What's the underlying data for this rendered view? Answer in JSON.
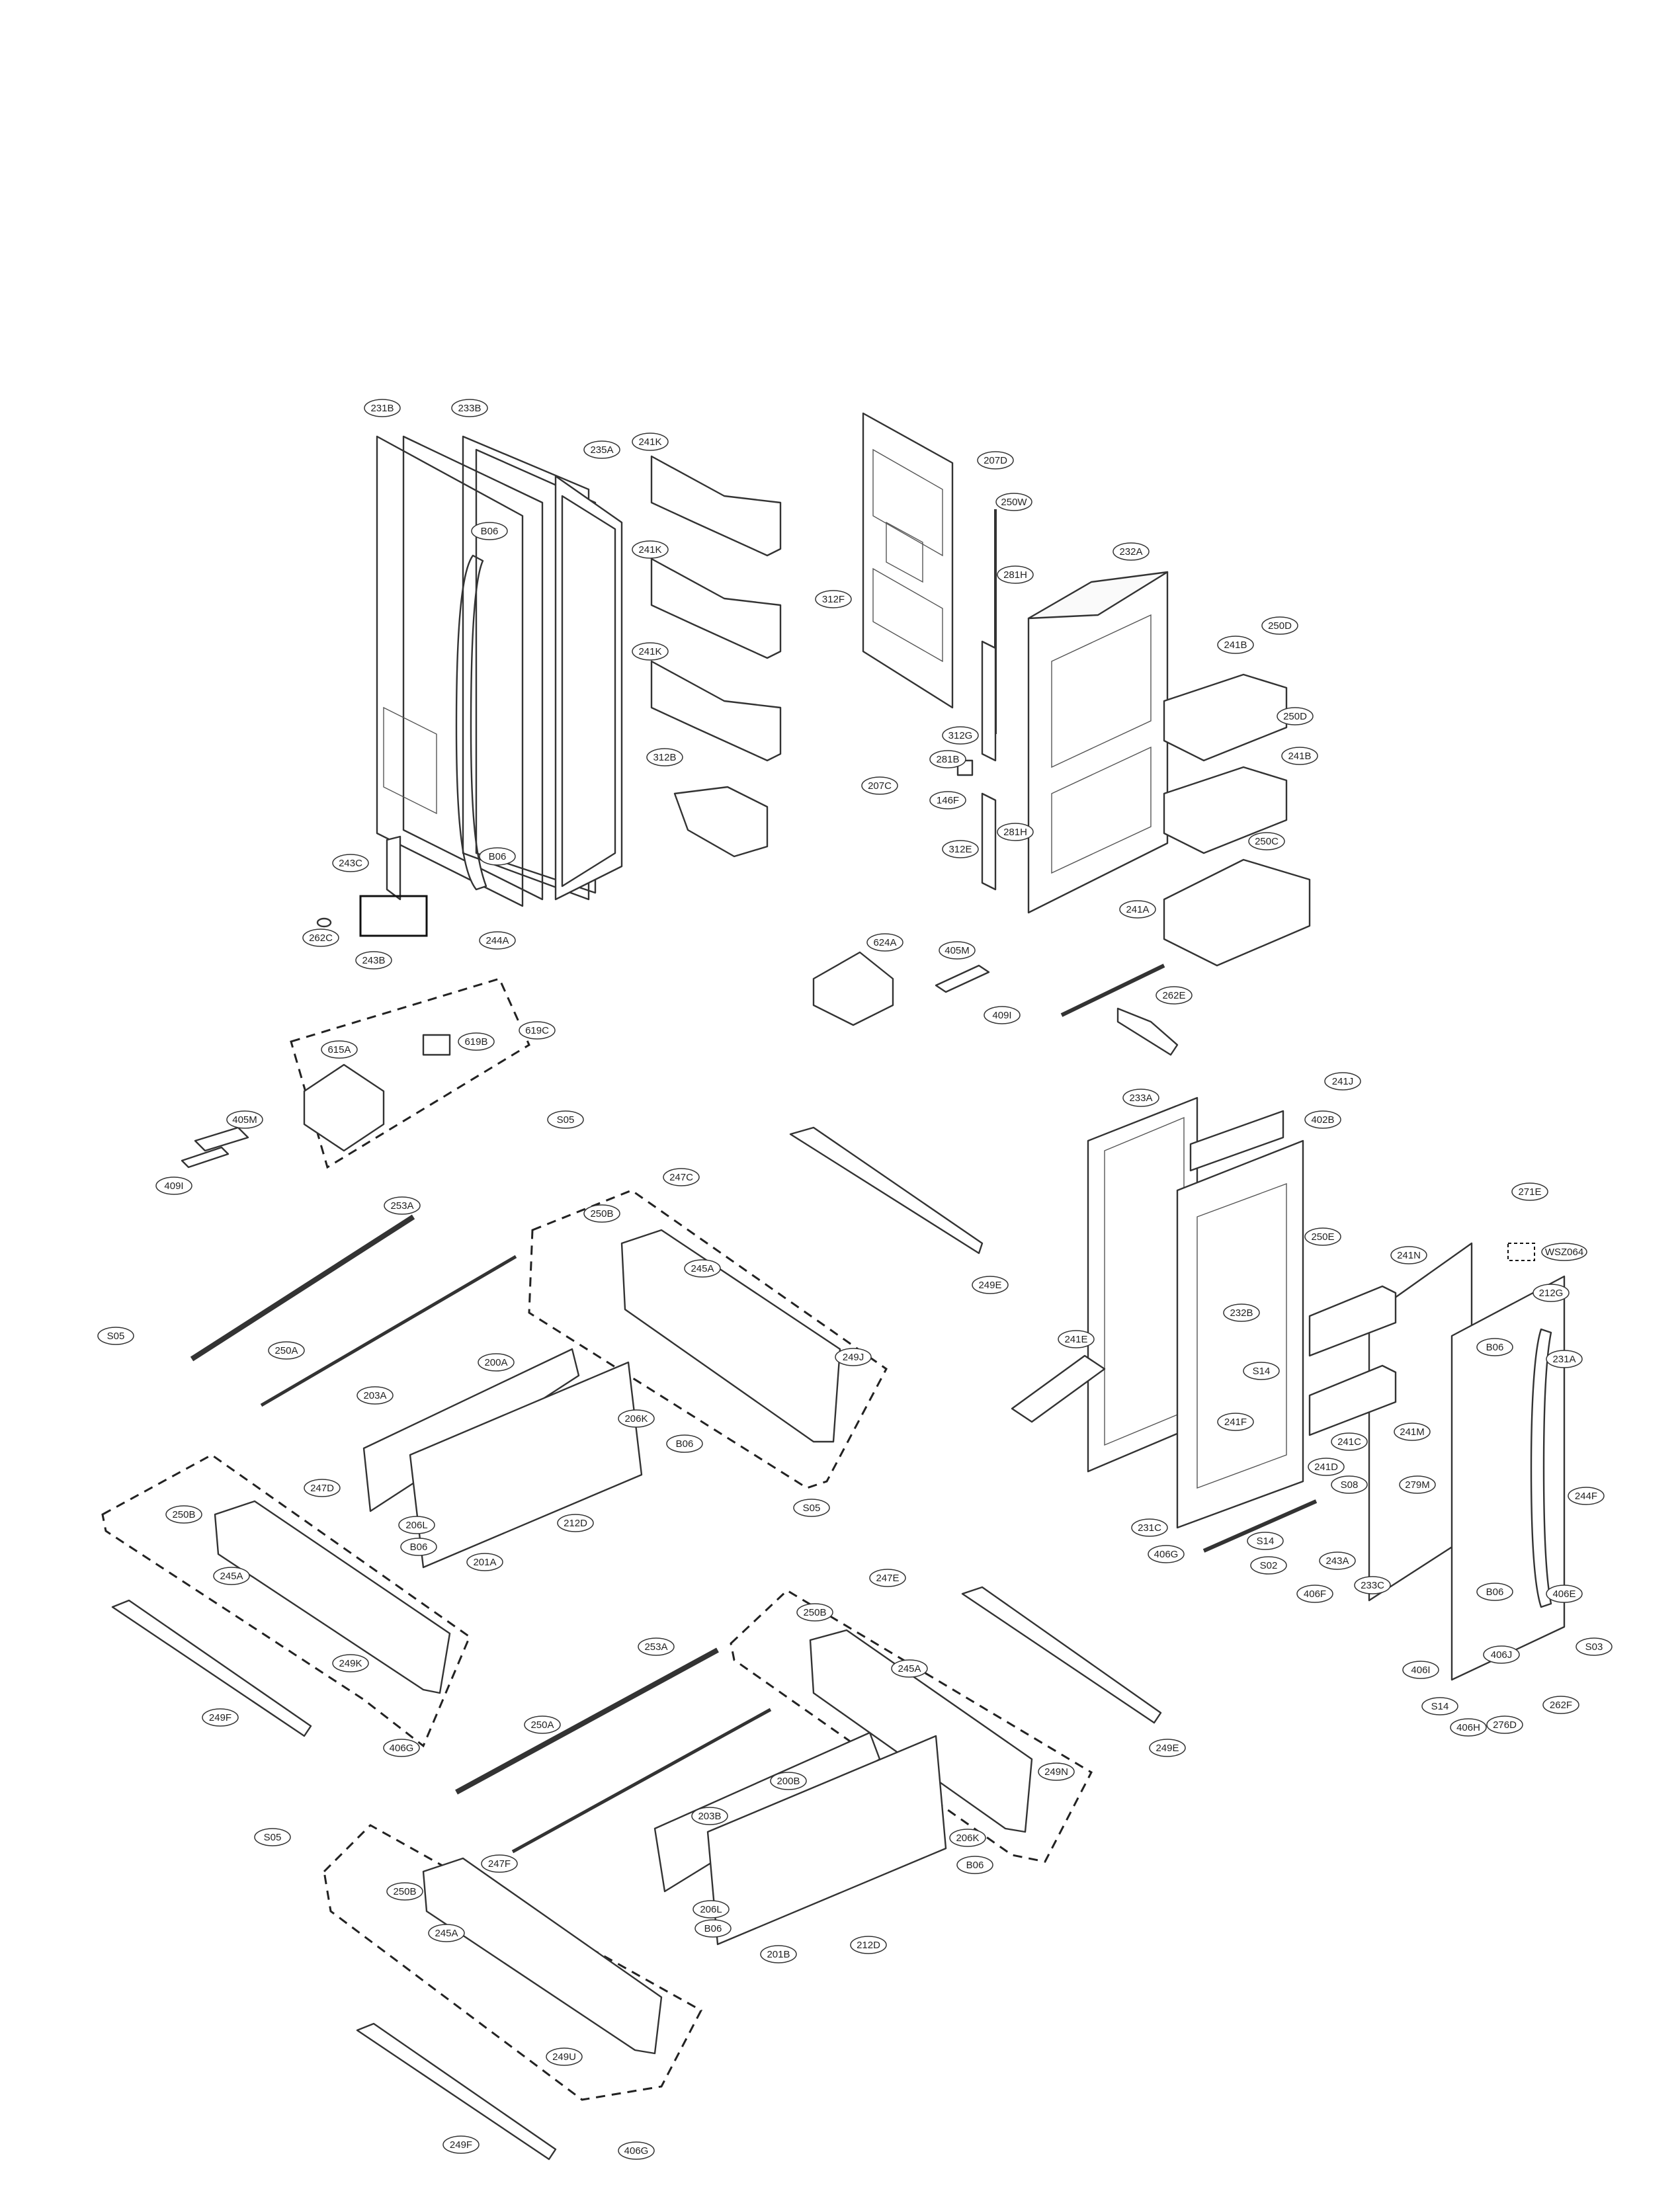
{
  "labels": [
    "231B",
    "233B",
    "235A",
    "241K",
    "B06",
    "241K",
    "241K",
    "312B",
    "243C",
    "B06",
    "262C",
    "243B",
    "244A",
    "207D",
    "250W",
    "281H",
    "232A",
    "312F",
    "241B",
    "250D",
    "250D",
    "241B",
    "312G",
    "281B",
    "207C",
    "146F",
    "281H",
    "312E",
    "250C",
    "241A",
    "624A",
    "405M",
    "409I",
    "262E",
    "615A",
    "619B",
    "619C",
    "405M",
    "409I",
    "S05",
    "233A",
    "241J",
    "402B",
    "271E",
    "WSZ064",
    "212G",
    "250E",
    "241N",
    "B06",
    "231A",
    "232B",
    "241E",
    "S14",
    "241F",
    "241M",
    "241C",
    "241D",
    "S08",
    "279M",
    "244F",
    "231C",
    "406G",
    "S14",
    "243A",
    "S02",
    "406F",
    "233C",
    "B06",
    "406E",
    "406J",
    "S03",
    "406I",
    "S14",
    "406H",
    "276D",
    "262F",
    "247C",
    "250B",
    "245A",
    "249E",
    "253A",
    "249J",
    "S05",
    "250A",
    "200A",
    "203A",
    "206K",
    "B06",
    "206L",
    "212D",
    "B06",
    "201A",
    "247D",
    "250B",
    "245A",
    "249K",
    "249F",
    "406G",
    "S05",
    "247E",
    "250B",
    "245A",
    "249E",
    "249N",
    "253A",
    "250A",
    "200B",
    "203B",
    "206K",
    "B06",
    "206L",
    "212D",
    "B06",
    "201B",
    "S05",
    "247F",
    "250B",
    "245A",
    "249U",
    "249F",
    "406G"
  ]
}
